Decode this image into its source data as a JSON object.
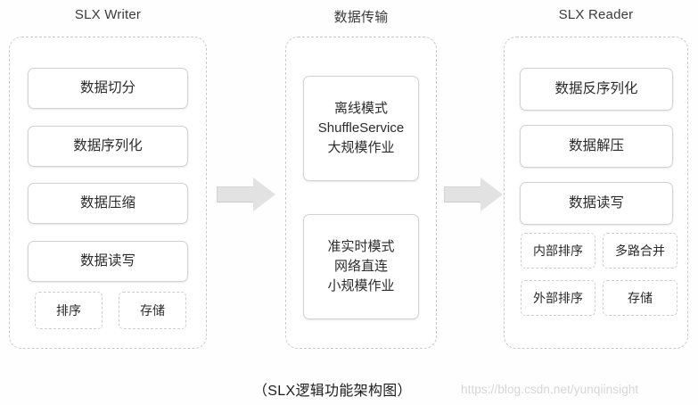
{
  "diagram": {
    "caption": "（SLX逻辑功能架构图）",
    "watermark": "https://blog.csdn.net/yunqiinsight",
    "columns": [
      {
        "id": "slx-writer",
        "title": "SLX Writer",
        "cards": [
          {
            "label": "数据切分"
          },
          {
            "label": "数据序列化"
          },
          {
            "label": "数据压缩"
          },
          {
            "label": "数据读写"
          }
        ],
        "chips": [
          {
            "label": "排序"
          },
          {
            "label": "存储"
          }
        ]
      },
      {
        "id": "data-transfer",
        "title": "数据传输",
        "cards": [
          {
            "lines": [
              "离线模式",
              "ShuffleService",
              "大规模作业"
            ]
          },
          {
            "lines": [
              "准实时模式",
              "网络直连",
              "小规模作业"
            ]
          }
        ],
        "chips": []
      },
      {
        "id": "slx-reader",
        "title": "SLX Reader",
        "cards": [
          {
            "label": "数据反序列化"
          },
          {
            "label": "数据解压"
          },
          {
            "label": "数据读写"
          }
        ],
        "chips": [
          {
            "label": "内部排序"
          },
          {
            "label": "多路合并"
          },
          {
            "label": "外部排序"
          },
          {
            "label": "存储"
          }
        ]
      }
    ],
    "arrows": [
      {
        "id": "writer-to-transfer",
        "direction": "right"
      },
      {
        "id": "transfer-to-reader",
        "direction": "right"
      }
    ],
    "colors": {
      "card_border": "#d2d2d2",
      "container_border": "#c9c9c9",
      "arrow_fill": "#e2e2e2",
      "text": "#2b2b2b",
      "watermark": "#d6d6d6"
    }
  }
}
